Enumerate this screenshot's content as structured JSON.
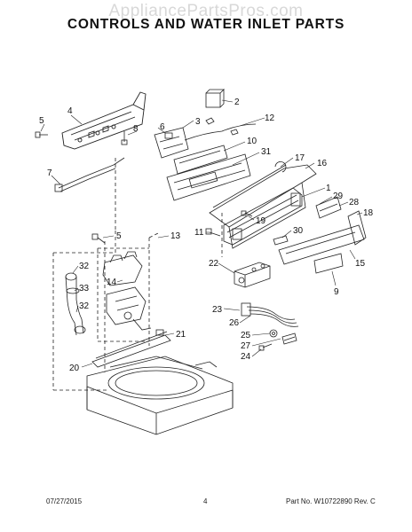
{
  "watermark": "AppliancePartsPros.com",
  "title": "CONTROLS AND WATER INLET PARTS",
  "callouts": {
    "c1": "1",
    "c2": "2",
    "c3": "3",
    "c4": "4",
    "c5a": "5",
    "c5b": "5",
    "c6": "6",
    "c7": "7",
    "c8": "8",
    "c9": "9",
    "c10": "10",
    "c11": "11",
    "c12": "12",
    "c13": "13",
    "c14": "14",
    "c15": "15",
    "c16": "16",
    "c17": "17",
    "c18": "18",
    "c19": "19",
    "c20": "20",
    "c21": "21",
    "c22": "22",
    "c23": "23",
    "c24": "24",
    "c25": "25",
    "c26": "26",
    "c27": "27",
    "c28": "28",
    "c29": "29",
    "c30": "30",
    "c31": "31",
    "c32a": "32",
    "c32b": "32",
    "c33": "33"
  },
  "footer": {
    "date": "07/27/2015",
    "page": "4",
    "part": "Part No.  W10722890  Rev. C"
  }
}
